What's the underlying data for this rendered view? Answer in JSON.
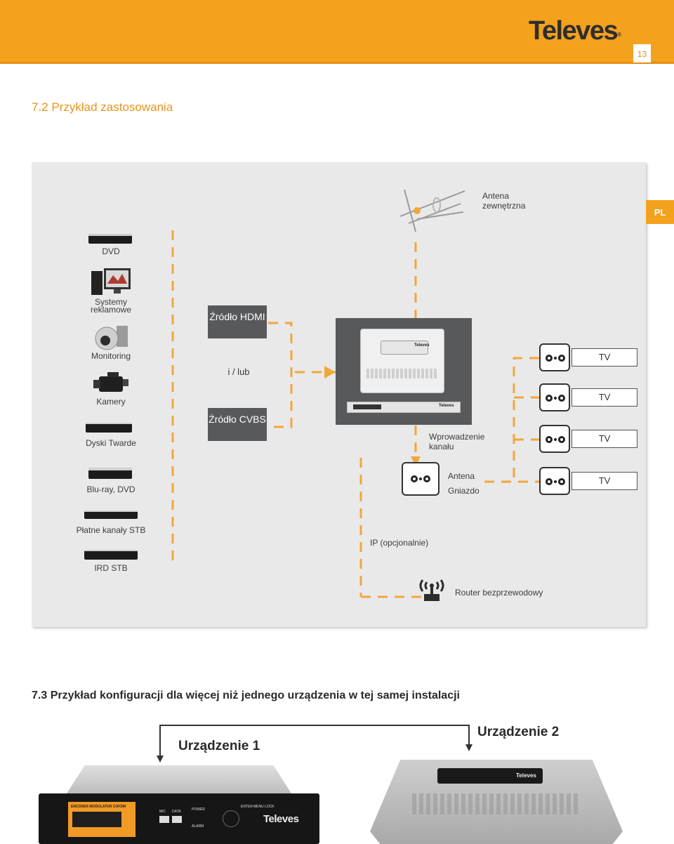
{
  "header": {
    "brand": "Televes",
    "registered_mark": "®",
    "page_number": "13",
    "language_tab": "PL",
    "colors": {
      "orange": "#f4a11e",
      "dark_orange": "#e58f12"
    }
  },
  "section_7_2": {
    "title": "7.2 Przykład zastosowania",
    "sources": [
      {
        "label": "DVD"
      },
      {
        "label": "Systemy reklamowe"
      },
      {
        "label": "Monitoring"
      },
      {
        "label": "Kamery"
      },
      {
        "label": "Dyski Twarde"
      },
      {
        "label": "Blu-ray, DVD"
      },
      {
        "label": "Płatne kanały STB"
      },
      {
        "label": "IRD STB"
      }
    ],
    "hdmi_source": "Źródło HDMI",
    "or_label": "i / lub",
    "cvbs_source": "Źródło CVBS",
    "antenna_label": "Antena zewnętrzna",
    "channel_input": "Wprowadzenie kanału",
    "antenna_socket": "Antena Gniazdo",
    "tv_label": "TV",
    "ip_label": "IP (opcjonalnie)",
    "router_label": "Router bezprzewodowy",
    "device_brand": "Televes"
  },
  "section_7_3": {
    "title": "7.3  Przykład konfiguracji dla więcej niż jednego urządzenia w tej samej instalacji",
    "device1": "Urządzenie 1",
    "device2": "Urządzenie 2",
    "rack_model": "ENCODER MODULATOR COFDM",
    "rack_brand": "Televes",
    "rack_labels": {
      "power": "POWER",
      "alarm": "ALARM",
      "enter": "ENTER",
      "menu": "MENU",
      "lock": "LOCK",
      "mic": "MIC",
      "data": "DATA"
    }
  }
}
